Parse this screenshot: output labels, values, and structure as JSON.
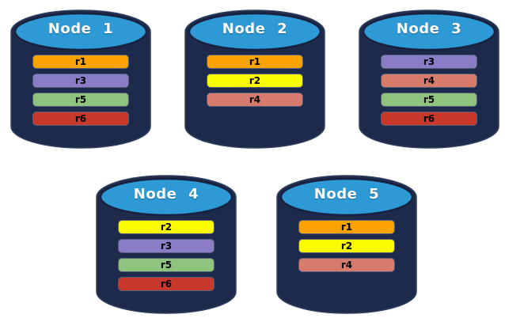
{
  "diagram": {
    "description": "Five database node cylinders with replica bars",
    "colors": {
      "cylinder_body": "#1d2a4c",
      "cylinder_edge": "#32405f",
      "cylinder_top": "#2e9ad5",
      "cylinder_top_stroke": "#16223f",
      "replica": {
        "r1": "#f9a200",
        "r2": "#fbfc00",
        "r3": "#8b7cc8",
        "r4": "#d77c6c",
        "r5": "#8fc47e",
        "r6": "#c7392a"
      }
    },
    "nodes": [
      {
        "label": "Node 1",
        "replicas": [
          "r1",
          "r3",
          "r5",
          "r6"
        ]
      },
      {
        "label": "Node 2",
        "replicas": [
          "r1",
          "r2",
          "r4"
        ]
      },
      {
        "label": "Node 3",
        "replicas": [
          "r3",
          "r4",
          "r5",
          "r6"
        ]
      },
      {
        "label": "Node 4",
        "replicas": [
          "r2",
          "r3",
          "r5",
          "r6"
        ]
      },
      {
        "label": "Node 5",
        "replicas": [
          "r1",
          "r2",
          "r4"
        ]
      }
    ]
  }
}
